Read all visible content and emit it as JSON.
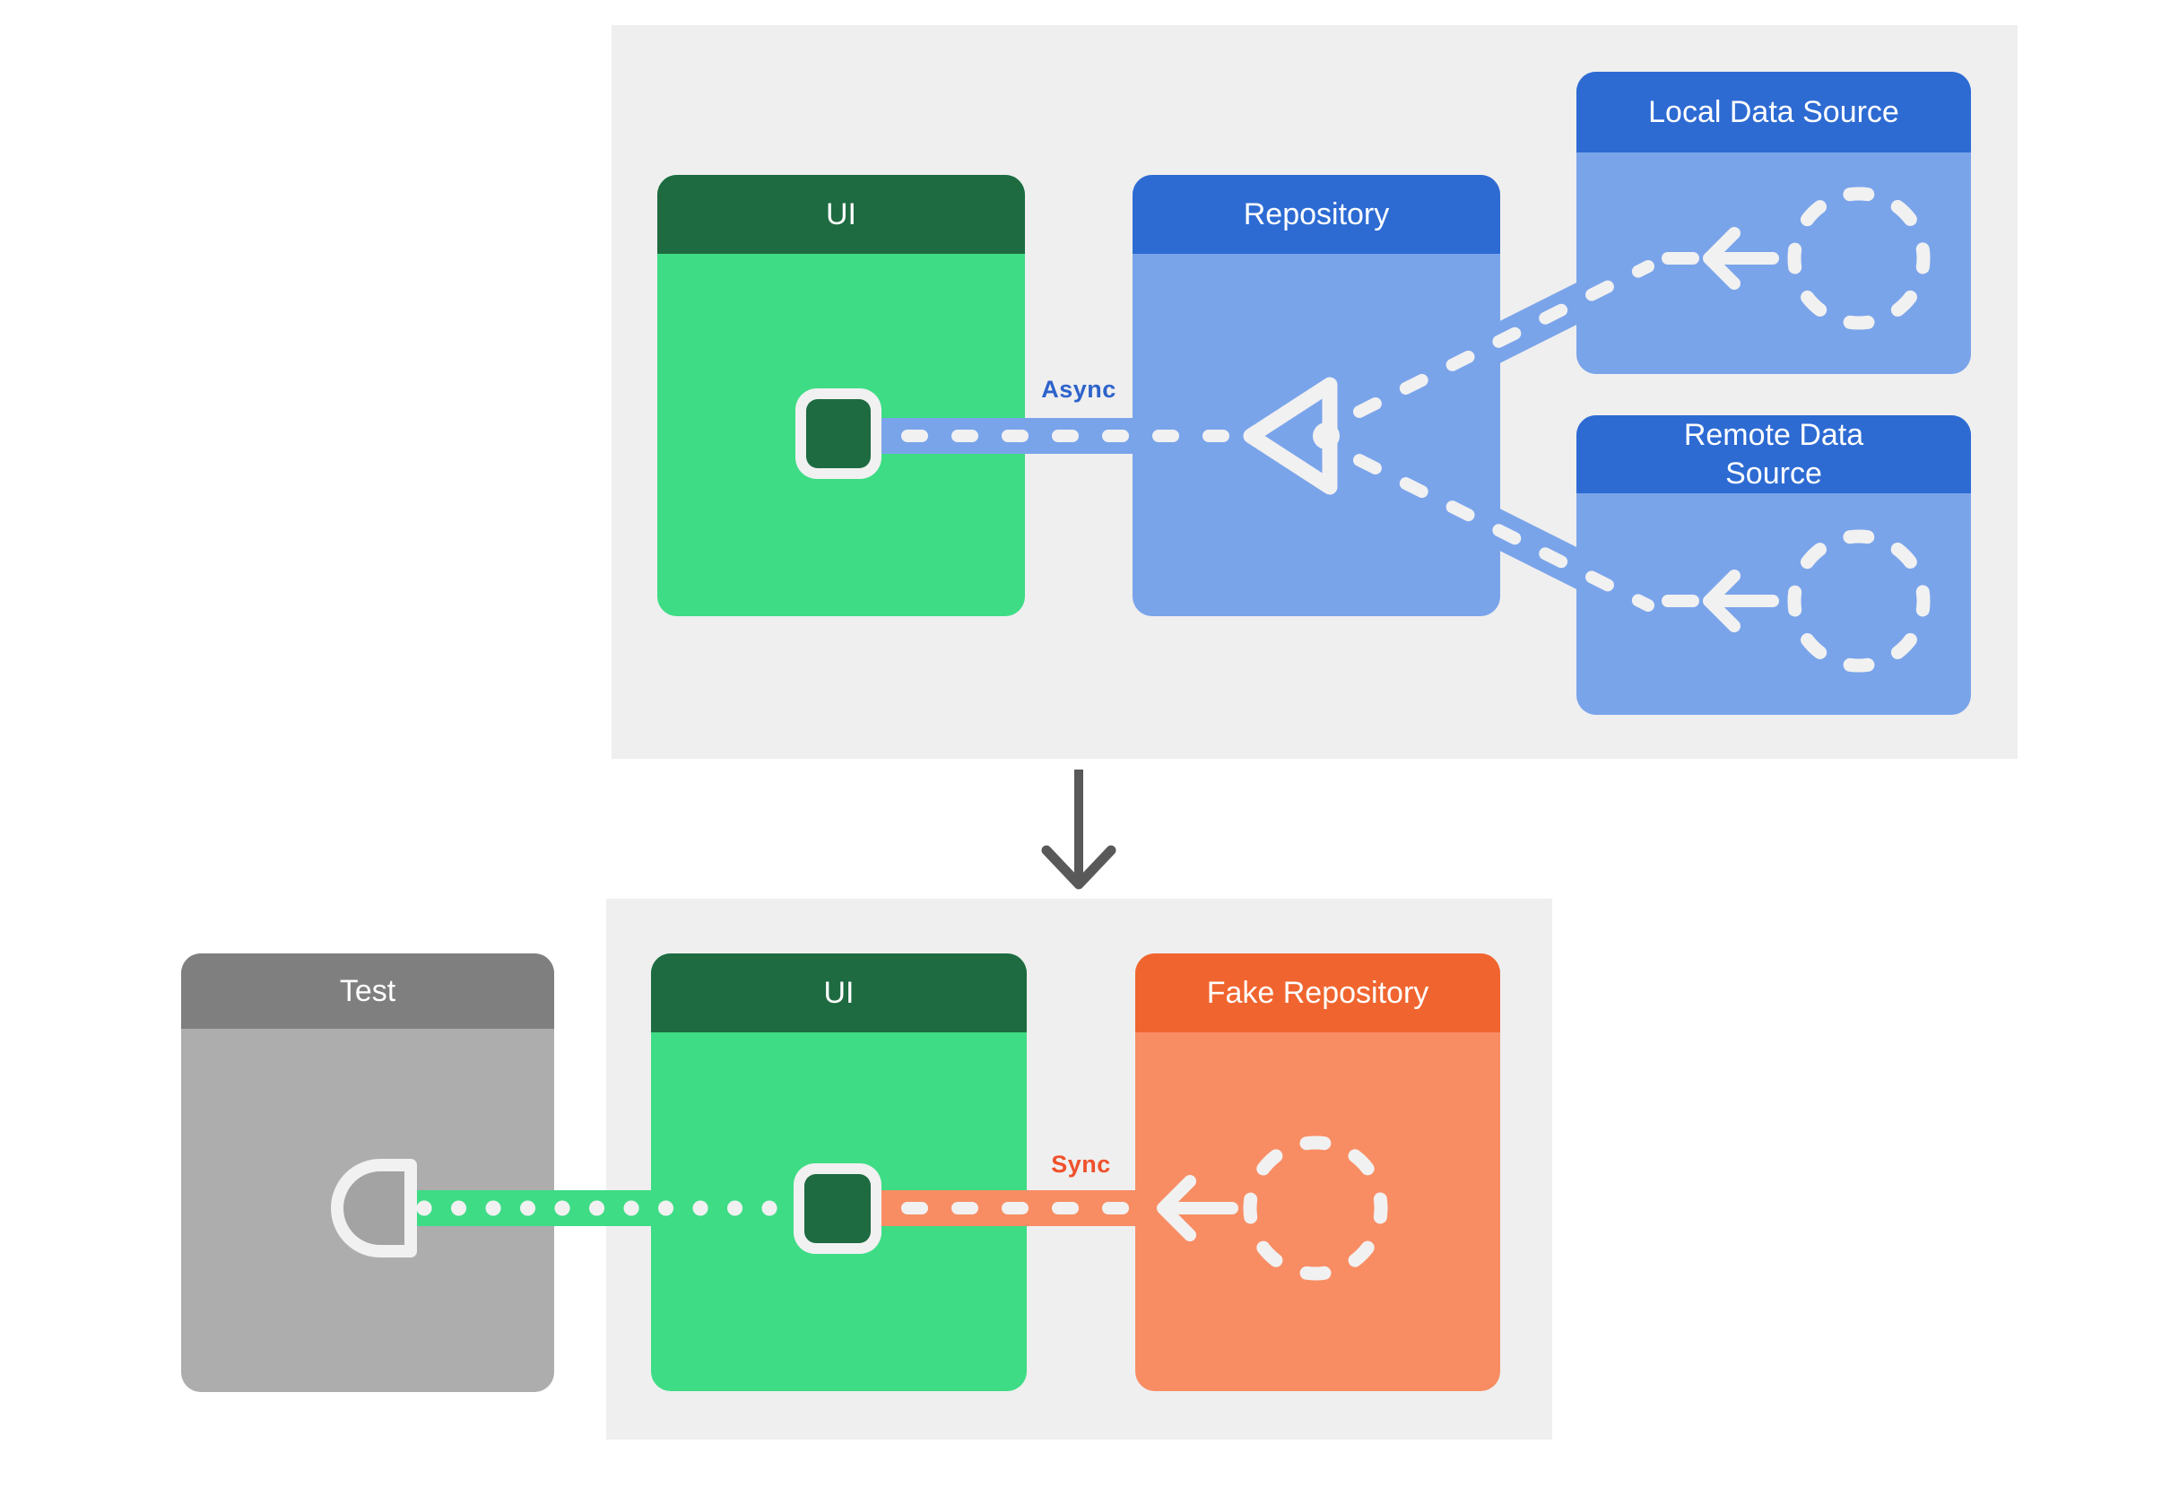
{
  "labels": {
    "ui_top": "UI",
    "repository": "Repository",
    "local_data_source": "Local Data Source",
    "remote_data_source": "Remote Data\nSource",
    "async": "Async",
    "test": "Test",
    "ui_bottom": "UI",
    "fake_repository": "Fake Repository",
    "sync": "Sync"
  },
  "colors": {
    "panel_bg": "#efefef",
    "green_header": "#1e6b41",
    "green_body": "#3edc85",
    "blue_header": "#2d6bd3",
    "blue_body": "#7aa4ea",
    "async_label": "#2e63cb",
    "gray_header": "#7f7f7f",
    "gray_body": "#adadad",
    "orange_header": "#f0652f",
    "orange_body": "#f88d64",
    "sync_label": "#ef512c",
    "down_arrow": "#595959",
    "white_art": "#f1f1f1"
  },
  "icons": {
    "ui_component_top": "rounded-square",
    "ui_component_bottom": "rounded-square",
    "repository_socket": "triangle-with-notch",
    "local_source_placeholder": "dashed-circle",
    "remote_source_placeholder": "dashed-circle",
    "fake_repository_placeholder": "dashed-circle",
    "local_source_arrow": "arrow-left",
    "remote_source_arrow": "arrow-left",
    "fake_repository_arrow": "arrow-left",
    "test_probe": "plug-socket",
    "flow_down": "down-arrow"
  }
}
